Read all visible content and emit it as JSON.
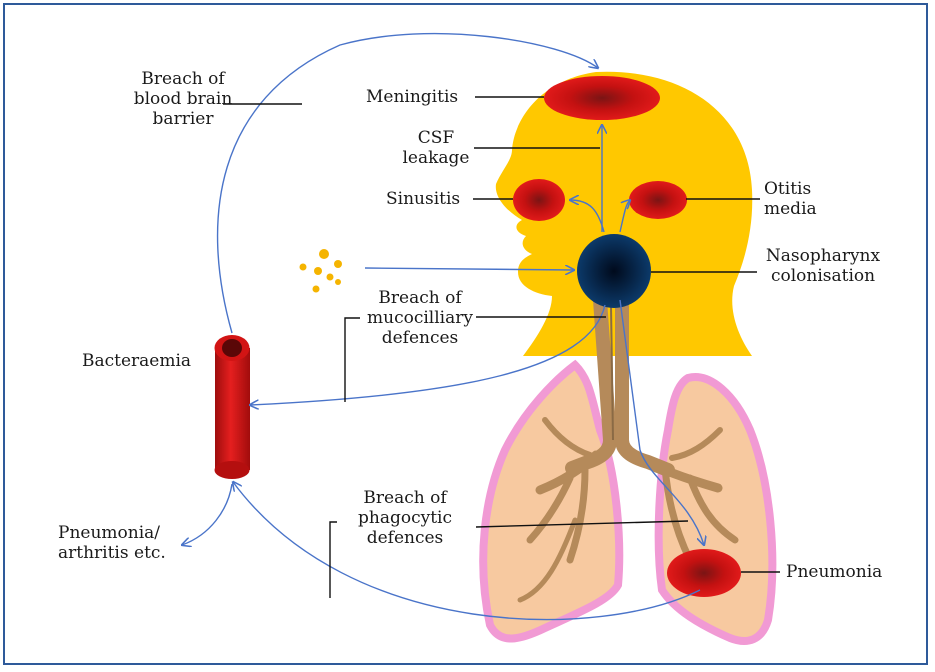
{
  "labels": {
    "breach_bbb": [
      "Breach of",
      "blood brain",
      "barrier"
    ],
    "meningitis": "Meningitis",
    "csf": [
      "CSF",
      "leakage"
    ],
    "sinusitis": "Sinusitis",
    "otitis": [
      "Otitis",
      "media"
    ],
    "nasopharynx": [
      "Nasopharynx",
      "colonisation"
    ],
    "mucociliary": [
      "Breach of",
      "mucocilliary",
      "defences"
    ],
    "bacteraemia": "Bacteraemia",
    "pneumonia_arthritis": [
      "Pneumonia/",
      "arthritis etc."
    ],
    "phagocytic": [
      "Breach of",
      "phagocytic",
      "defences"
    ],
    "pneumonia": "Pneumonia"
  },
  "colors": {
    "head": "#ffc800",
    "infection_red": "#cc1111",
    "nasopharynx": "#0a2f57",
    "arrow": "#4a74c9",
    "lung_fill": "#f7c9a0",
    "lung_outline": "#f19ad4",
    "airway": "#b58a5a",
    "vessel": "#d51313",
    "bacteria": "#f5b400",
    "frame": "#2e5a9a"
  }
}
